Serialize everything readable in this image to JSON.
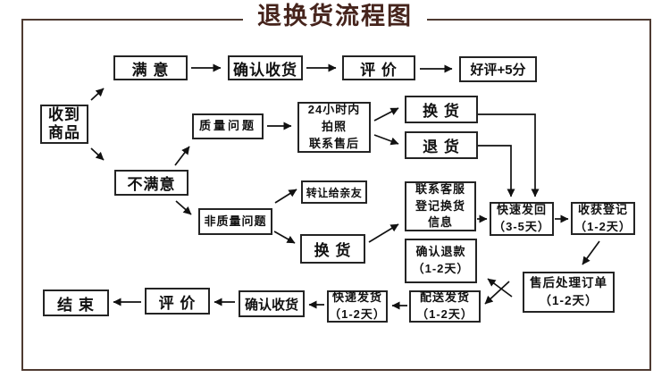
{
  "title": "退换货流程图",
  "colors": {
    "title_text": "#46241c",
    "frame_border": "#4e3a31",
    "node_border": "#242424",
    "arrow": "#111111",
    "background": "#ffffff"
  },
  "nodes": {
    "received": "收到\n商品",
    "satisfied": "满 意",
    "confirm_receipt_top": "确认收货",
    "evaluate_top": "评 价",
    "good_review": "好评+5分",
    "quality_issue": "质量问题",
    "within_24h": "24小时内\n拍照\n联系售后",
    "exchange_top": "换 货",
    "return_goods": "退 货",
    "unsatisfied": "不满意",
    "non_quality_issue": "非质量问题",
    "transfer_friends": "转让给亲友",
    "exchange_mid": "换 货",
    "contact_service": "联系客服\n登记换货\n信息",
    "quick_sendback": "快速发回\n（3-5天）",
    "receipt_register": "收获登记\n（1-2天）",
    "confirm_refund": "确认退款\n（1-2天）",
    "aftersales_process": "售后处理订单\n（1-2天）",
    "dispatch_delivery": "配送发货\n（1-2天）",
    "express_delivery": "快递发货\n（1-2天）",
    "confirm_receipt_bottom": "确认收货",
    "evaluate_bottom": "评 价",
    "end": "结 束"
  }
}
